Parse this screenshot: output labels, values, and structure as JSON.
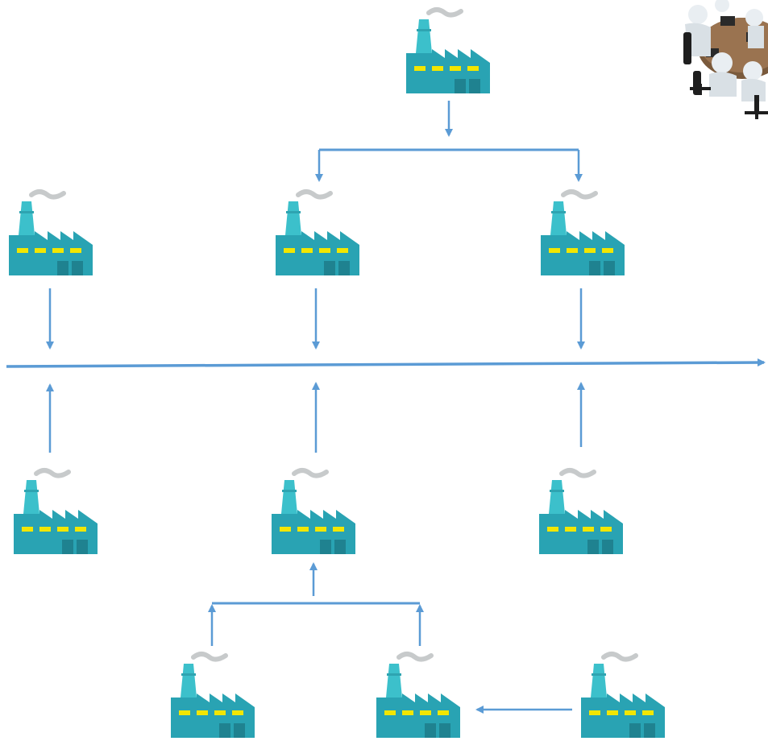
{
  "diagram": {
    "colors": {
      "background": "#ffffff",
      "arrow": "#5b9bd5",
      "factory_body": "#29a3b3",
      "factory_chimney": "#3cc0cb",
      "factory_window": "#f2e600",
      "factory_door": "#1f8290",
      "smoke": "#c7cacb"
    },
    "nodes": [
      {
        "id": "factory-top",
        "icon": "factory-icon"
      },
      {
        "id": "factory-upper-left",
        "icon": "factory-icon"
      },
      {
        "id": "factory-upper-middle",
        "icon": "factory-icon"
      },
      {
        "id": "factory-upper-right",
        "icon": "factory-icon"
      },
      {
        "id": "factory-lower-left",
        "icon": "factory-icon"
      },
      {
        "id": "factory-lower-middle",
        "icon": "factory-icon"
      },
      {
        "id": "factory-lower-right",
        "icon": "factory-icon"
      },
      {
        "id": "factory-bottom-left",
        "icon": "factory-icon"
      },
      {
        "id": "factory-bottom-middle",
        "icon": "factory-icon"
      },
      {
        "id": "factory-bottom-right",
        "icon": "factory-icon"
      },
      {
        "id": "meeting-table",
        "icon": "meeting-table-icon"
      }
    ],
    "edges": [
      {
        "from": "factory-top",
        "to": "factory-upper-middle"
      },
      {
        "from": "factory-top",
        "to": "factory-upper-right"
      },
      {
        "from": "factory-upper-left",
        "to": "main-flow-line"
      },
      {
        "from": "factory-upper-middle",
        "to": "main-flow-line"
      },
      {
        "from": "factory-upper-right",
        "to": "main-flow-line"
      },
      {
        "from": "factory-lower-left",
        "to": "main-flow-line"
      },
      {
        "from": "factory-lower-middle",
        "to": "main-flow-line"
      },
      {
        "from": "factory-lower-right",
        "to": "main-flow-line"
      },
      {
        "from": "factory-bottom-left",
        "to": "factory-lower-middle"
      },
      {
        "from": "factory-bottom-middle",
        "to": "factory-lower-middle"
      },
      {
        "from": "factory-bottom-right",
        "to": "factory-bottom-middle"
      }
    ]
  }
}
